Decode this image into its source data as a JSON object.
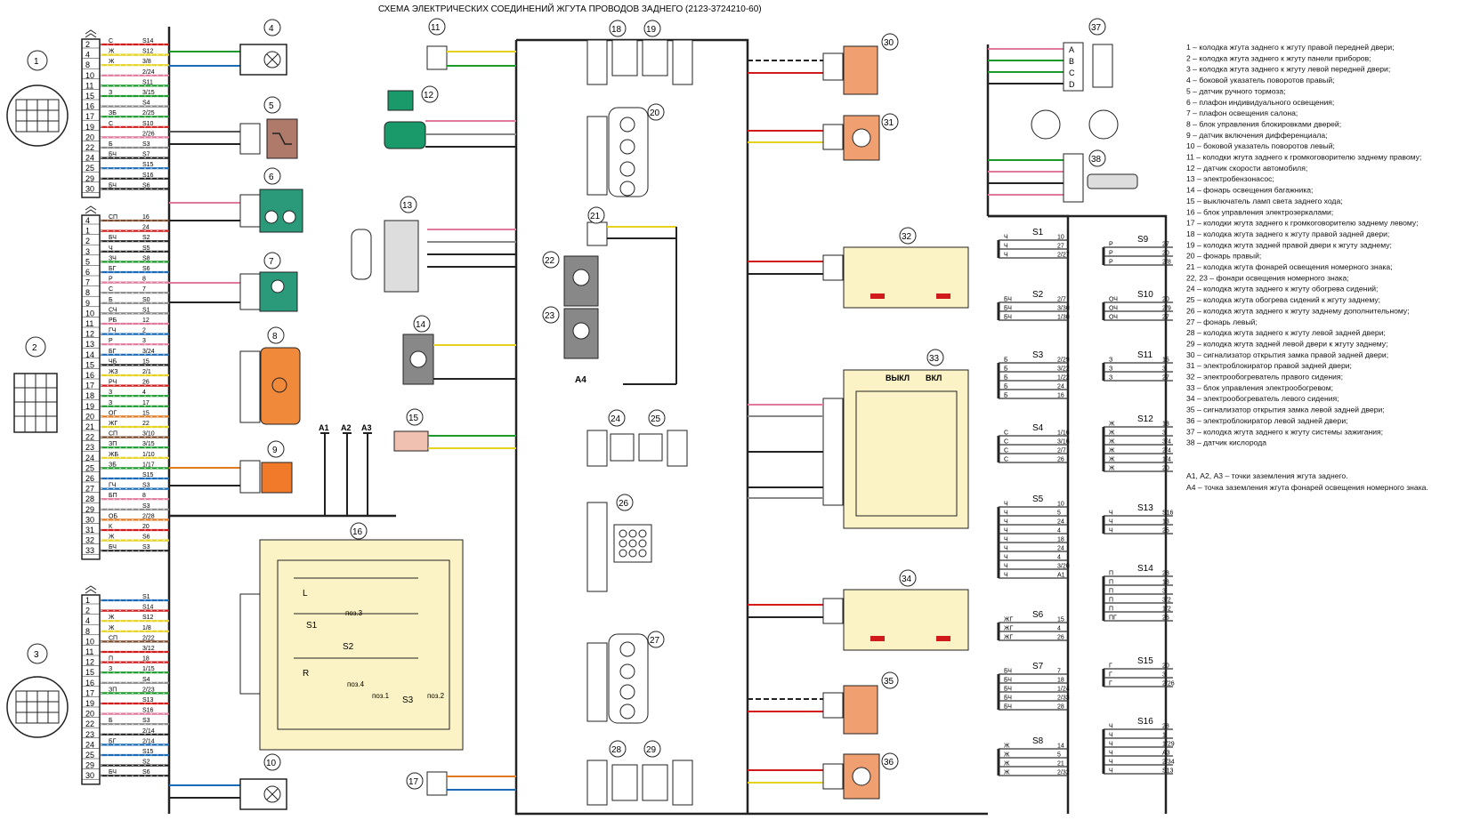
{
  "title": "СХЕМА ЭЛЕКТРИЧЕСКИХ СОЕДИНЕНИЙ ЖГУТА ПРОВОДОВ ЗАДНЕГО (2123-3724210-60)",
  "legend": [
    "1 – колодка жгута заднего к жгуту правой передней двери;",
    "2 – колодка жгута заднего к жгуту панели приборов;",
    "3 – колодка жгута заднего к жгуту левой передней двери;",
    "4 – боковой указатель поворотов правый;",
    "5 – датчик ручного тормоза;",
    "6 – плафон индивидуального освещения;",
    "7 – плафон освещения салона;",
    "8 – блок управления блокировками дверей;",
    "9 – датчик включения дифференциала;",
    "10 – боковой указатель поворотов левый;",
    "11 – колодки жгута заднего к громкоговорителю заднему правому;",
    "12 – датчик скорости автомобиля;",
    "13 – электробензонасос;",
    "14 – фонарь освещения багажника;",
    "15 – выключатель ламп света заднего хода;",
    "16 – блок управления электрозеркалами;",
    "17 – колодки жгута заднего к громкоговорителю заднему левому;",
    "18 – колодка жгута заднего к жгуту правой задней двери;",
    "19 – колодка жгута задней правой двери к жгуту заднему;",
    "20 – фонарь правый;",
    "21 – колодка жгута фонарей освещения номерного знака;",
    "22, 23 – фонари освещения номерного знака;",
    "24 – колодка жгута заднего к жгуту обогрева сидений;",
    "25 – колодка жгута обогрева сидений к жгуту заднему;",
    "26 – колодка жгута заднего к жгуту заднему дополнительному;",
    "27 – фонарь левый;",
    "28 – колодка жгута заднего к жгуту левой задней двери;",
    "29 – колодка жгута задней левой двери к жгуту заднему;",
    "30 – сигнализатор открытия замка правой задней двери;",
    "31 – электроблокиратор правой задней двери;",
    "32 – электрообогреватель правого сидения;",
    "33 – блок управления электрообогревом;",
    "34 – электрообогреватель левого сидения;",
    "35 – сигнализатор открытия замка левой задней двери;",
    "36 – электроблокиратор левой задней двери;",
    "37 – колодка жгута заднего к жгуту системы зажигания;",
    "38 – датчик кислорода"
  ],
  "ground_notes": [
    "А1, А2, А3 – точки заземления жгута заднего.",
    "А4 – точка заземления жгута фонарей освещения номерного знака."
  ],
  "ground_points": [
    "A1",
    "A2",
    "A3"
  ],
  "ground_a4": "A4",
  "switch16": {
    "s1": "S1",
    "s2": "S2",
    "s3": "S3",
    "pos1": "поз.1",
    "pos2": "поз.2",
    "pos3": "поз.3",
    "pos4": "поз.4",
    "L": "L",
    "R": "R"
  },
  "block33": {
    "off": "ВЫКЛ",
    "on": "ВКЛ"
  },
  "connector37_pins": [
    "A",
    "B",
    "C",
    "D"
  ],
  "connector1": {
    "pins": [
      "2",
      "4",
      "8",
      "10",
      "11",
      "15",
      "16",
      "17",
      "19",
      "20",
      "22",
      "24",
      "25",
      "29",
      "30"
    ],
    "wires": [
      {
        "label": "С",
        "dest": "S14",
        "color": "#d11a1a"
      },
      {
        "label": "Ж",
        "dest": "S12",
        "color": "#e6d21e"
      },
      {
        "label": "Ж",
        "dest": "3/8",
        "color": "#e6d21e"
      },
      {
        "label": "",
        "dest": "2/24",
        "color": "#e07a9a"
      },
      {
        "label": "",
        "dest": "S11",
        "color": "#1a9a2a"
      },
      {
        "label": "З",
        "dest": "3/15",
        "color": "#1a9a2a"
      },
      {
        "label": "",
        "dest": "S4",
        "color": "#888888"
      },
      {
        "label": "ЗБ",
        "dest": "2/25",
        "color": "#1a9a2a"
      },
      {
        "label": "С",
        "dest": "S10",
        "color": "#d11a1a"
      },
      {
        "label": "",
        "dest": "2/26",
        "color": "#e07a9a"
      },
      {
        "label": "Б",
        "dest": "S3",
        "color": "#888888"
      },
      {
        "label": "БЧ",
        "dest": "S7",
        "color": "#222222"
      },
      {
        "label": "",
        "dest": "S15",
        "color": "#1a6ab5"
      },
      {
        "label": "",
        "dest": "S16",
        "color": "#222222"
      },
      {
        "label": "БЧ",
        "dest": "S6",
        "color": "#222222"
      }
    ]
  },
  "connector2": {
    "pins": [
      "4",
      "1",
      "2",
      "3",
      "5",
      "6",
      "7",
      "8",
      "9",
      "10",
      "11",
      "12",
      "13",
      "14",
      "15",
      "16",
      "17",
      "18",
      "19",
      "20",
      "21",
      "22",
      "23",
      "24",
      "25",
      "26",
      "27",
      "28",
      "29",
      "30",
      "31",
      "32",
      "33"
    ],
    "wires": [
      {
        "label": "СП",
        "dest": "16",
        "color": "#7a4a2a"
      },
      {
        "label": "",
        "dest": "24",
        "color": "#d11a1a"
      },
      {
        "label": "БЧ",
        "dest": "S2",
        "color": "#222222"
      },
      {
        "label": "Ч",
        "dest": "S5",
        "color": "#222222"
      },
      {
        "label": "ЗЧ",
        "dest": "S8",
        "color": "#1a9a2a"
      },
      {
        "label": "БГ",
        "dest": "S6",
        "color": "#1a6ab5"
      },
      {
        "label": "Р",
        "dest": "8",
        "color": "#e07a9a"
      },
      {
        "label": "С",
        "dest": "7",
        "color": "#888888"
      },
      {
        "label": "Б",
        "dest": "S0",
        "color": "#888888"
      },
      {
        "label": "СЧ",
        "dest": "S1",
        "color": "#888888"
      },
      {
        "label": "РБ",
        "dest": "12",
        "color": "#e07a9a"
      },
      {
        "label": "ГЧ",
        "dest": "2",
        "color": "#1a6ab5"
      },
      {
        "label": "Р",
        "dest": "3",
        "color": "#e07a9a"
      },
      {
        "label": "БГ",
        "dest": "3/24",
        "color": "#1a6ab5"
      },
      {
        "label": "ЧБ",
        "dest": "15",
        "color": "#222222"
      },
      {
        "label": "ЖЗ",
        "dest": "2/1",
        "color": "#e6d21e"
      },
      {
        "label": "РЧ",
        "dest": "26",
        "color": "#d11a1a"
      },
      {
        "label": "З",
        "dest": "4",
        "color": "#1a9a2a"
      },
      {
        "label": "З",
        "dest": "17",
        "color": "#1a9a2a"
      },
      {
        "label": "ОГ",
        "dest": "15",
        "color": "#e07a20"
      },
      {
        "label": "ЖГ",
        "dest": "22",
        "color": "#e6d21e"
      },
      {
        "label": "СП",
        "dest": "3/10",
        "color": "#7a4a2a"
      },
      {
        "label": "ЗП",
        "dest": "3/15",
        "color": "#1a9a2a"
      },
      {
        "label": "ЖБ",
        "dest": "1/10",
        "color": "#e6d21e"
      },
      {
        "label": "ЗБ",
        "dest": "1/17",
        "color": "#1a9a2a"
      },
      {
        "label": "",
        "dest": "S15",
        "color": "#1a6ab5"
      },
      {
        "label": "ГЧ",
        "dest": "S3",
        "color": "#1a6ab5"
      },
      {
        "label": "БП",
        "dest": "8",
        "color": "#e07a9a"
      },
      {
        "label": "",
        "dest": "S3",
        "color": "#888888"
      },
      {
        "label": "ОБ",
        "dest": "2/28",
        "color": "#e07a20"
      },
      {
        "label": "К",
        "dest": "20",
        "color": "#d11a1a"
      },
      {
        "label": "Ж",
        "dest": "S6",
        "color": "#e6d21e"
      },
      {
        "label": "БЧ",
        "dest": "S3",
        "color": "#222222"
      }
    ]
  },
  "connector3": {
    "pins": [
      "1",
      "2",
      "4",
      "8",
      "10",
      "11",
      "12",
      "15",
      "16",
      "17",
      "19",
      "20",
      "22",
      "23",
      "24",
      "25",
      "29",
      "30"
    ],
    "wires": [
      {
        "label": "",
        "dest": "S1",
        "color": "#1a6ab5"
      },
      {
        "label": "",
        "dest": "S14",
        "color": "#d11a1a"
      },
      {
        "label": "Ж",
        "dest": "S12",
        "color": "#e6d21e"
      },
      {
        "label": "Ж",
        "dest": "1/8",
        "color": "#e6d21e"
      },
      {
        "label": "СП",
        "dest": "2/22",
        "color": "#7a4a2a"
      },
      {
        "label": "",
        "dest": "3/12",
        "color": "#d11a1a"
      },
      {
        "label": "П",
        "dest": "18",
        "color": "#d11a1a"
      },
      {
        "label": "З",
        "dest": "1/15",
        "color": "#1a9a2a"
      },
      {
        "label": "",
        "dest": "S4",
        "color": "#888888"
      },
      {
        "label": "ЗП",
        "dest": "2/23",
        "color": "#1a9a2a"
      },
      {
        "label": "",
        "dest": "S13",
        "color": "#d11a1a"
      },
      {
        "label": "",
        "dest": "S16",
        "color": "#e07a9a"
      },
      {
        "label": "Б",
        "dest": "S3",
        "color": "#888888"
      },
      {
        "label": "",
        "dest": "2/14",
        "color": "#222222"
      },
      {
        "label": "БГ",
        "dest": "2/14",
        "color": "#1a6ab5"
      },
      {
        "label": "",
        "dest": "S15",
        "color": "#1a6ab5"
      },
      {
        "label": "",
        "dest": "S2",
        "color": "#222222"
      },
      {
        "label": "БЧ",
        "dest": "S6",
        "color": "#222222"
      }
    ]
  },
  "splices": [
    {
      "name": "S1",
      "rows": [
        [
          "Ч",
          "10"
        ],
        [
          "Ч",
          "27"
        ],
        [
          "Ч",
          "2/27"
        ]
      ]
    },
    {
      "name": "S2",
      "rows": [
        [
          "БЧ",
          "2/7"
        ],
        [
          "БЧ",
          "3/30"
        ],
        [
          "БЧ",
          "1/30"
        ]
      ]
    },
    {
      "name": "S3",
      "rows": [
        [
          "Б",
          "2/29"
        ],
        [
          "Б",
          "3/22"
        ],
        [
          "Б",
          "1/22"
        ],
        [
          "Б",
          "24"
        ],
        [
          "Б",
          "16"
        ]
      ]
    },
    {
      "name": "S4",
      "rows": [
        [
          "С",
          "1/16"
        ],
        [
          "С",
          "3/16"
        ],
        [
          "С",
          "2/7"
        ],
        [
          "С",
          "26"
        ]
      ]
    },
    {
      "name": "S5",
      "rows": [
        [
          "Ч",
          "10"
        ],
        [
          "Ч",
          "5"
        ],
        [
          "Ч",
          "24"
        ],
        [
          "Ч",
          "4"
        ],
        [
          "Ч",
          "18"
        ],
        [
          "Ч",
          "24"
        ],
        [
          "Ч",
          "4"
        ],
        [
          "Ч",
          "3/20"
        ],
        [
          "Ч",
          "A1"
        ]
      ]
    },
    {
      "name": "S6",
      "rows": [
        [
          "ЖГ",
          "15"
        ],
        [
          "ЖГ",
          "4"
        ],
        [
          "ЖГ",
          "26"
        ]
      ]
    },
    {
      "name": "S7",
      "rows": [
        [
          "БЧ",
          "7"
        ],
        [
          "БЧ",
          "18"
        ],
        [
          "БЧ",
          "1/24"
        ],
        [
          "БЧ",
          "2/33"
        ],
        [
          "БЧ",
          "28"
        ]
      ]
    },
    {
      "name": "S8",
      "rows": [
        [
          "Ж",
          "14"
        ],
        [
          "Ж",
          "5"
        ],
        [
          "Ж",
          "21"
        ],
        [
          "Ж",
          "2/32"
        ]
      ]
    },
    {
      "name": "S9",
      "rows": [
        [
          "Р",
          "27"
        ],
        [
          "Р",
          "20"
        ],
        [
          "Р",
          "2/8"
        ]
      ]
    },
    {
      "name": "S10",
      "rows": [
        [
          "ОЧ",
          "20"
        ],
        [
          "ОЧ",
          "2/9"
        ],
        [
          "ОЧ",
          "27"
        ]
      ]
    },
    {
      "name": "S11",
      "rows": [
        [
          "З",
          "15"
        ],
        [
          "З",
          "3"
        ],
        [
          "З",
          "27"
        ]
      ]
    },
    {
      "name": "S12",
      "rows": [
        [
          "Ж",
          "18"
        ],
        [
          "Ж",
          "3"
        ],
        [
          "Ж",
          "3/4"
        ],
        [
          "Ж",
          "2/4"
        ],
        [
          "Ж",
          "1/4"
        ],
        [
          "Ж",
          "20"
        ]
      ]
    },
    {
      "name": "S13",
      "rows": [
        [
          "Ч",
          "S16"
        ],
        [
          "Ч",
          "13"
        ],
        [
          "Ч",
          "25"
        ]
      ]
    },
    {
      "name": "S14",
      "rows": [
        [
          "П",
          "28"
        ],
        [
          "П",
          "18"
        ],
        [
          "П",
          "3"
        ],
        [
          "П",
          "3/2"
        ],
        [
          "П",
          "1/2"
        ],
        [
          "ПГ",
          "26"
        ]
      ]
    },
    {
      "name": "S15",
      "rows": [
        [
          "Г",
          "20"
        ],
        [
          "Г",
          "3"
        ],
        [
          "Г",
          "2/26"
        ]
      ]
    },
    {
      "name": "S16",
      "rows": [
        [
          "Ч",
          "28"
        ],
        [
          "Ч",
          "1"
        ],
        [
          "Ч",
          "1/29"
        ],
        [
          "Ч",
          "A3"
        ],
        [
          "Ч",
          "2/34"
        ],
        [
          "Ч",
          "S13"
        ]
      ]
    }
  ]
}
